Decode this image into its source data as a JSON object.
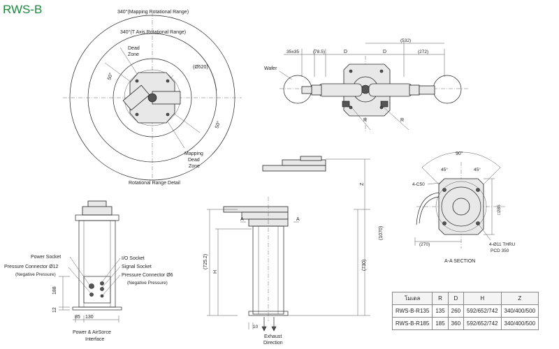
{
  "title": "RWS-B",
  "top_left": {
    "mapping_range": "340°(Mapping Rotational Range)",
    "t_axis_range": "340°(T Axis Rotational Range)",
    "dead_zone": [
      "Dead",
      "Zone"
    ],
    "diameter": "(Ø520)",
    "angle_left": "50°",
    "angle_right": "50°",
    "mapping_dead_zone": [
      "Mapping",
      "Dead",
      "Zone"
    ],
    "caption": "Rotational Range Detail"
  },
  "top_right": {
    "dim_35": "35±35",
    "dim_78": "(78.5)",
    "dim_d1": "D",
    "dim_d2": "D",
    "dim_532": "(532)",
    "dim_272": "(272)",
    "wafer": "Wafer",
    "r1": "R",
    "r2": "R"
  },
  "bottom_left": {
    "power_socket": "Power Socket",
    "pressure_12": "Pressure Connector Ø12",
    "negative_1": "(Negative Pressure)",
    "io_socket": "I/O Socket",
    "signal_socket": "Signal Socket",
    "pressure_6": "Pressure Connector Ø6",
    "negative_2": "(Negative Pressure)",
    "dim_188": "188",
    "dim_12": "12",
    "dim_85": "85",
    "dim_130": "130",
    "caption": [
      "Power & AirSorce",
      "Interface"
    ]
  },
  "bottom_mid": {
    "z": "Z",
    "dim_1070": "(1070)",
    "dim_7252": "(725.2)",
    "h": "H",
    "dim_730": "(730)",
    "a1": "A",
    "a2": "A",
    "dim_10": "10",
    "exhaust": [
      "Exhaust",
      "Direction"
    ]
  },
  "section": {
    "angle_90": "90°",
    "angle_45a": "45°",
    "angle_45b": "45°",
    "c50": "4-C50",
    "dim_285": "□285",
    "dim_270": "(270)",
    "thru": "4-Ø11 THRU",
    "pcd": "PCD 350",
    "caption": "A-A SECTION"
  },
  "table": {
    "headers": [
      "โมเดล",
      "R",
      "D",
      "H",
      "Z"
    ],
    "rows": [
      [
        "RWS-B-R135",
        "135",
        "260",
        "592/652/742",
        "340/400/500"
      ],
      [
        "RWS-B-R185",
        "185",
        "360",
        "592/652/742",
        "340/400/500"
      ]
    ]
  }
}
